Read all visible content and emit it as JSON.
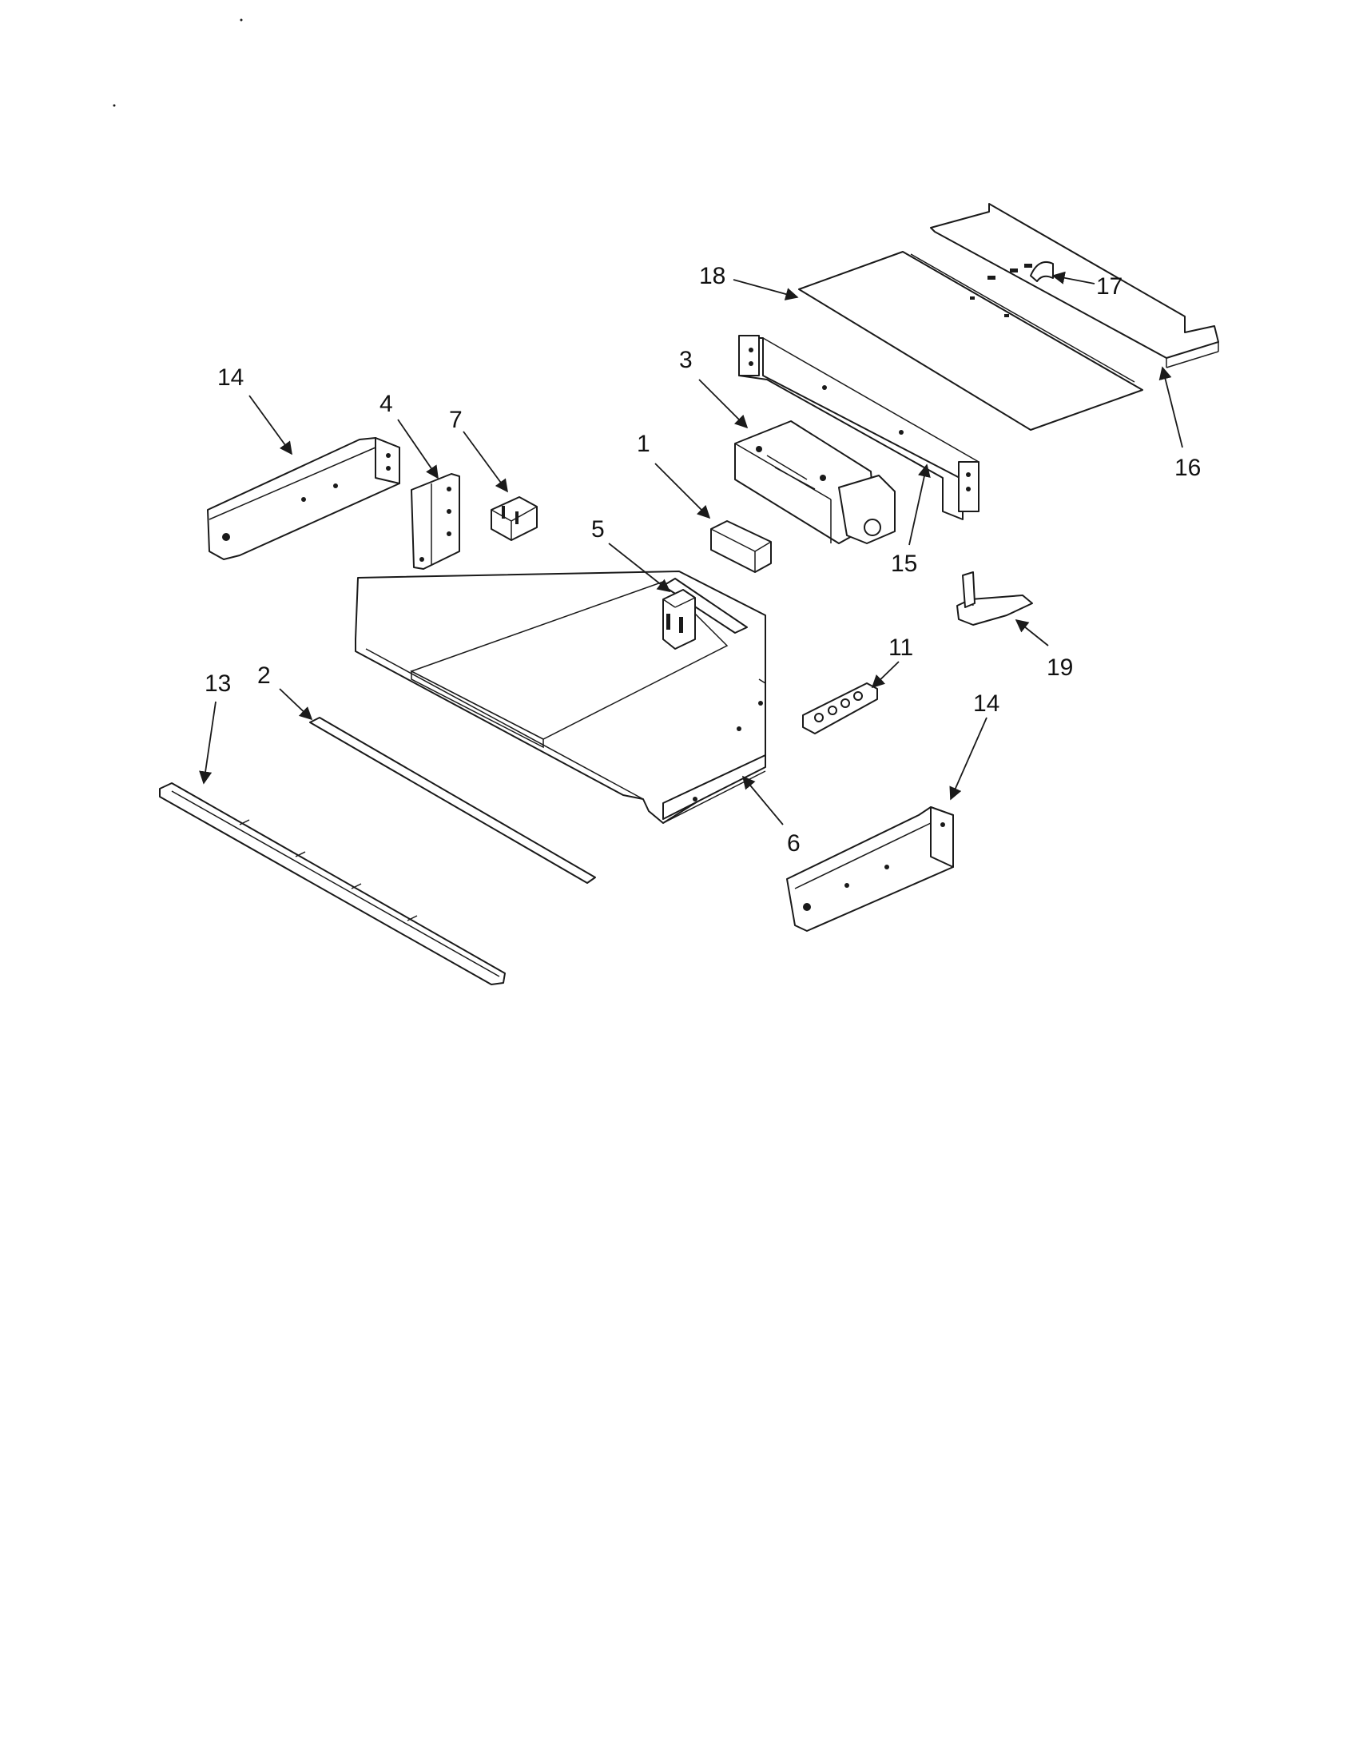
{
  "callouts": {
    "c1": "1",
    "c2": "2",
    "c3": "3",
    "c4": "4",
    "c5": "5",
    "c6": "6",
    "c7": "7",
    "c11": "11",
    "c13": "13",
    "c14a": "14",
    "c14b": "14",
    "c15": "15",
    "c16": "16",
    "c17": "17",
    "c18": "18",
    "c19": "19"
  },
  "colors": {
    "line": "#1a1a1a",
    "background": "#ffffff"
  }
}
